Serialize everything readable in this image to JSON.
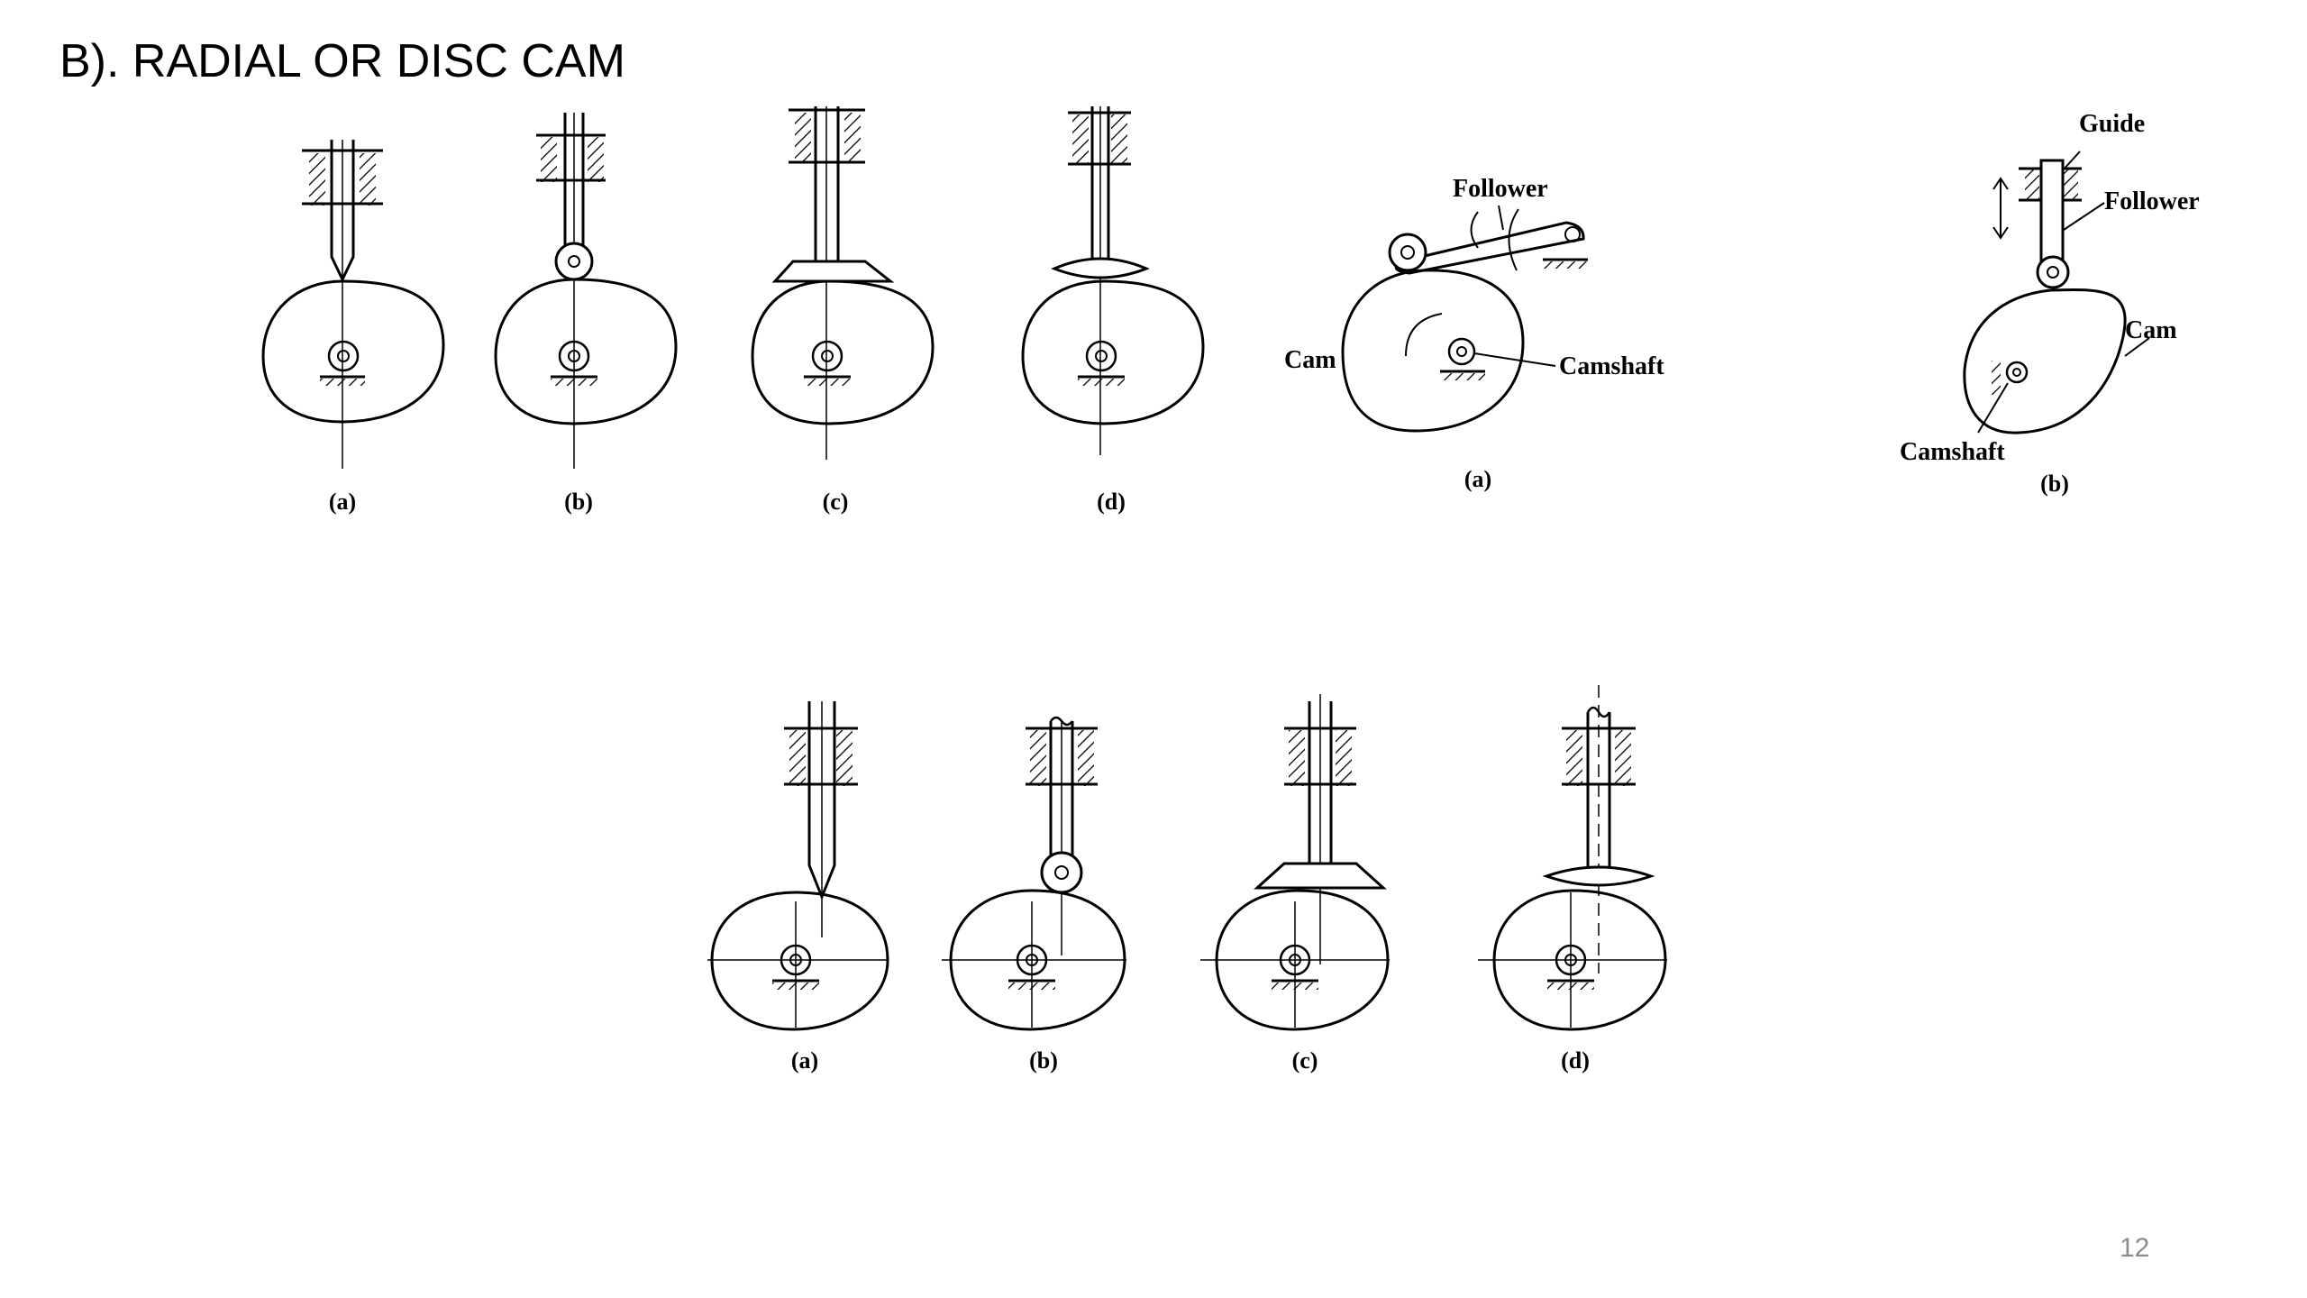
{
  "slide": {
    "title": "B). RADIAL OR DISC CAM",
    "page_number": "12"
  },
  "top_row": {
    "captions": [
      "(a)",
      "(b)",
      "(c)",
      "(d)"
    ]
  },
  "oscillating": {
    "caption": "(a)",
    "labels": {
      "follower": "Follower",
      "cam": "Cam",
      "camshaft": "Camshaft"
    }
  },
  "guided": {
    "caption": "(b)",
    "labels": {
      "guide": "Guide",
      "follower": "Follower",
      "cam": "Cam",
      "camshaft": "Camshaft"
    }
  },
  "bottom_row": {
    "captions": [
      "(a)",
      "(b)",
      "(c)",
      "(d)"
    ]
  }
}
